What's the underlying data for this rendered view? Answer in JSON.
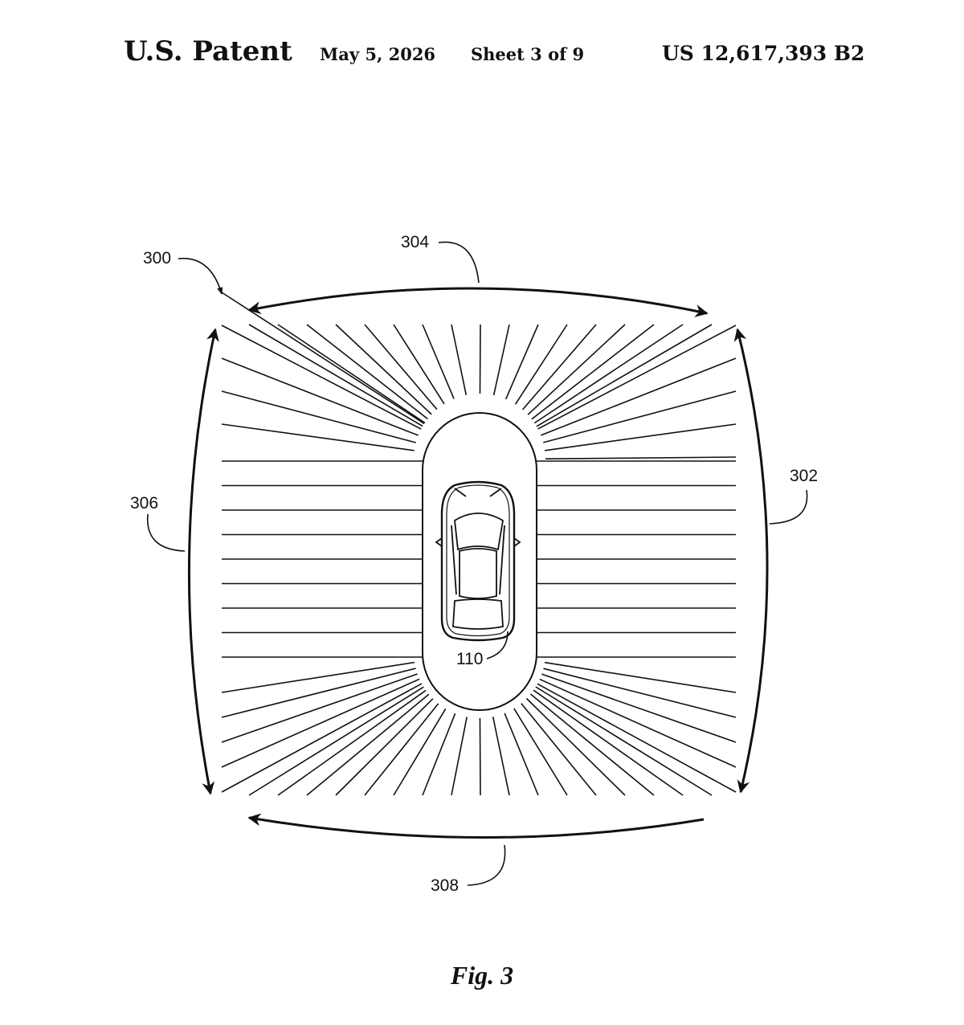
{
  "header": {
    "title": "U.S. Patent",
    "date": "May 5, 2026",
    "sheet": "Sheet 3 of 9",
    "patent_number": "US 12,617,393 B2"
  },
  "figure": {
    "caption": "Fig. 3",
    "refs": {
      "system": "300",
      "right_zone": "302",
      "front_zone": "304",
      "left_zone": "306",
      "rear_zone": "308",
      "vehicle": "110"
    }
  },
  "colors": {
    "ink": "#111111",
    "paper": "#ffffff"
  }
}
